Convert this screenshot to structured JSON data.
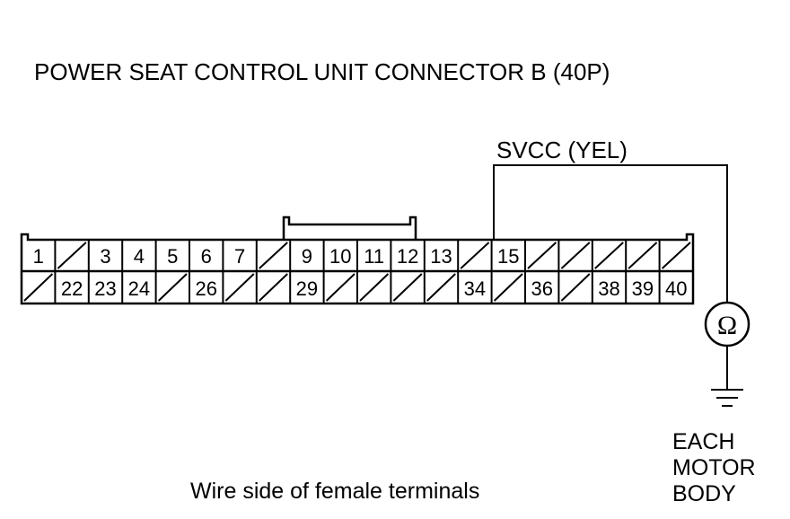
{
  "title": "POWER SEAT CONTROL UNIT CONNECTOR B (40P)",
  "wire_label": "SVCC (YEL)",
  "caption": "Wire side of female terminals",
  "meter_symbol": "Ω",
  "ground_label": [
    "EACH",
    "MOTOR",
    "BODY"
  ],
  "connector": {
    "pin_count": 40,
    "row1": [
      {
        "label": "1",
        "empty": false
      },
      {
        "label": "",
        "empty": true
      },
      {
        "label": "3",
        "empty": false
      },
      {
        "label": "4",
        "empty": false
      },
      {
        "label": "5",
        "empty": false
      },
      {
        "label": "6",
        "empty": false
      },
      {
        "label": "7",
        "empty": false
      },
      {
        "label": "",
        "empty": true
      },
      {
        "label": "9",
        "empty": false
      },
      {
        "label": "10",
        "empty": false
      },
      {
        "label": "11",
        "empty": false
      },
      {
        "label": "12",
        "empty": false
      },
      {
        "label": "13",
        "empty": false
      },
      {
        "label": "",
        "empty": true
      },
      {
        "label": "15",
        "empty": false
      },
      {
        "label": "",
        "empty": true
      },
      {
        "label": "",
        "empty": true
      },
      {
        "label": "",
        "empty": true
      },
      {
        "label": "",
        "empty": true
      },
      {
        "label": "",
        "empty": true
      }
    ],
    "row2": [
      {
        "label": "",
        "empty": true
      },
      {
        "label": "22",
        "empty": false
      },
      {
        "label": "23",
        "empty": false
      },
      {
        "label": "24",
        "empty": false
      },
      {
        "label": "",
        "empty": true
      },
      {
        "label": "26",
        "empty": false
      },
      {
        "label": "",
        "empty": true
      },
      {
        "label": "",
        "empty": true
      },
      {
        "label": "29",
        "empty": false
      },
      {
        "label": "",
        "empty": true
      },
      {
        "label": "",
        "empty": true
      },
      {
        "label": "",
        "empty": true
      },
      {
        "label": "",
        "empty": true
      },
      {
        "label": "34",
        "empty": false
      },
      {
        "label": "",
        "empty": true
      },
      {
        "label": "36",
        "empty": false
      },
      {
        "label": "",
        "empty": true
      },
      {
        "label": "38",
        "empty": false
      },
      {
        "label": "39",
        "empty": false
      },
      {
        "label": "40",
        "empty": false
      }
    ],
    "probe_pin": "15"
  }
}
